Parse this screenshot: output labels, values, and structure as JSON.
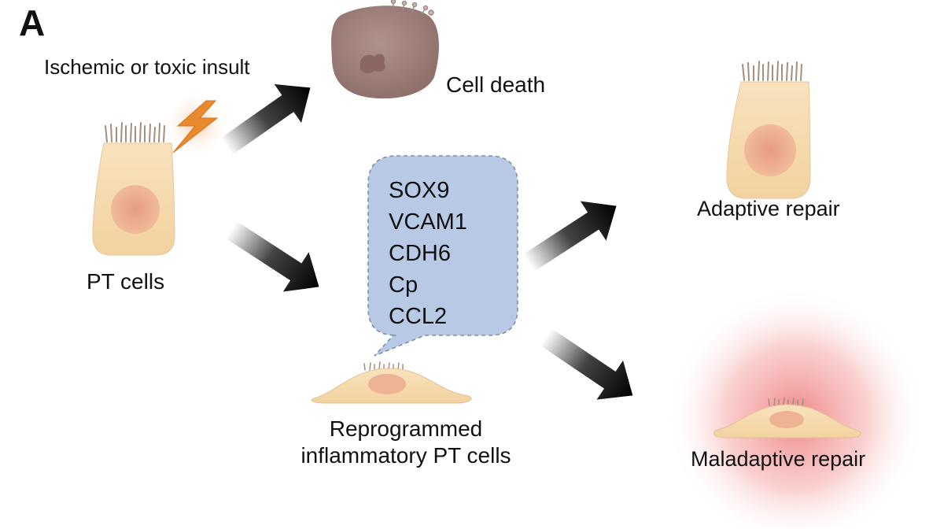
{
  "panel_label": "A",
  "labels": {
    "insult": "Ischemic or toxic insult",
    "cell_death": "Cell death",
    "pt_cells": "PT cells",
    "adaptive_repair": "Adaptive repair",
    "maladaptive_repair": "Maladaptive repair",
    "reprogrammed": "Reprogrammed inflammatory PT cells"
  },
  "markers": [
    "SOX9",
    "VCAM1",
    "CDH6",
    "Cp",
    "CCL2"
  ],
  "colors": {
    "cell_fill": "#f6dcae",
    "nucleus": "#ebaa8f",
    "dead_cell": "#9c7b76",
    "callout_fill": "#b8c9e6",
    "callout_border": "#7f8fa8",
    "arrow": "#000000",
    "lightning": "#e8892e",
    "glow": "#ef8b8b"
  },
  "icons": [
    "lightning-icon",
    "dead-cell-icon",
    "pt-cell-icon",
    "adaptive-cell-icon",
    "flat-cell-icon",
    "maladaptive-cell-icon"
  ]
}
